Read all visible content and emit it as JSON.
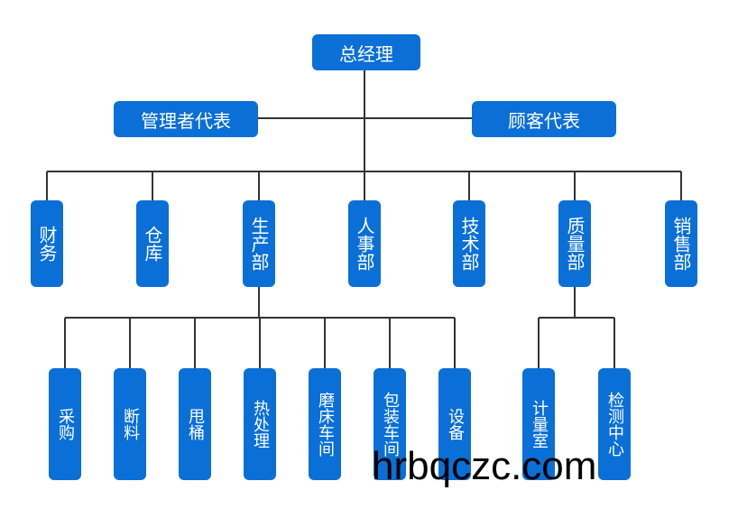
{
  "org": {
    "top": "总经理",
    "left_rep": "管理者代表",
    "right_rep": "顾客代表",
    "departments": [
      "财务",
      "仓库",
      "生产部",
      "人事部",
      "技术部",
      "质量部",
      "销售部"
    ],
    "production_units": [
      "采购",
      "断料",
      "甩桶",
      "热处理",
      "磨床车间",
      "包装车间",
      "设备"
    ],
    "quality_units": [
      "计量室",
      "检测中心"
    ]
  },
  "watermark": "hrbqczc.com",
  "colors": {
    "box": "#0a6fd6",
    "line": "#333333",
    "text": "#ffffff"
  }
}
